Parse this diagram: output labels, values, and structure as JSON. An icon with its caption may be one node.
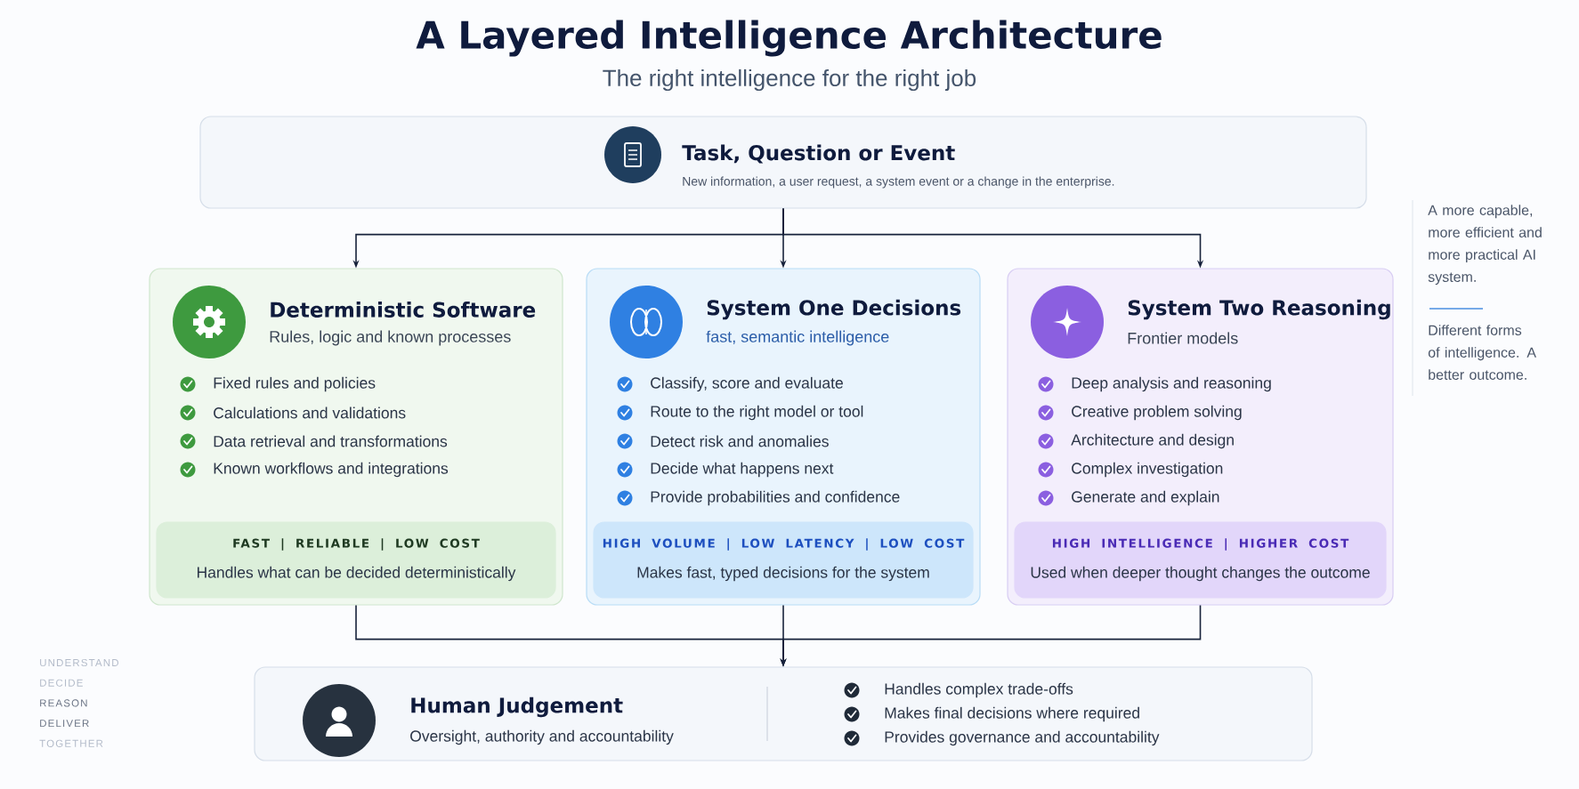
{
  "diagram": {
    "title": "A Layered Intelligence Architecture",
    "nodes": [
      {
        "text": [
          "Task, Question or Event",
          "New information, a user request, a system event or a change in the enterprise."
        ]
      },
      {
        "text": [
          "Deterministic Software",
          "Rules, logic and known processes",
          "Fixed rules and policies",
          "Calculations and validations",
          "Data retrieval and transformations",
          "Known workflows and integrations"
        ]
      },
      {
        "text": [
          "FAST | RELIABLE | LOW COST",
          "Handles what can be decided deterministically"
        ],
        "in": 1
      },
      {
        "text": [
          "System One Decisions",
          "fast, semantic intelligence",
          "Classify, score and evaluate",
          "Route to the right model or tool",
          "Detect risk and anomalies",
          "Decide what happens next",
          "Provide probabilities and confidence"
        ]
      },
      {
        "text": [
          "HIGH VOLUME | LOW LATENCY | LOW COST",
          "Makes fast, typed decisions for the system"
        ],
        "in": 3
      },
      {
        "text": [
          "System Two Reasoning",
          "Frontier models",
          "Deep analysis and reasoning",
          "Creative problem solving",
          "Architecture and design",
          "Complex investigation",
          "Generate and explain"
        ]
      },
      {
        "text": [
          "HIGH INTELLIGENCE | HIGHER COST",
          "Used when deeper thought changes the outcome"
        ],
        "in": 5
      },
      {
        "text": [
          "Human Judgement",
          "Oversight, authority and accountability",
          "Handles complex trade-offs",
          "Makes final decisions where required",
          "Provides governance and accountability"
        ]
      }
    ],
    "edges": [
      {
        "from": 0,
        "to": 1,
        "arrow": "to"
      },
      {
        "from": 0,
        "to": 3,
        "arrow": "to"
      },
      {
        "from": 0,
        "to": 5,
        "arrow": "to"
      },
      {
        "from": 1,
        "to": 7,
        "arrow": "to"
      },
      {
        "from": 3,
        "to": 7,
        "arrow": "to"
      },
      {
        "from": 5,
        "to": 7,
        "arrow": "to"
      }
    ],
    "labels": [
      "The right intelligence for the right job",
      "A more capable, more efficient and more practical AI system.",
      "Different forms of intelligence. A better outcome.",
      "UNDERSTAND",
      "DECIDE",
      "REASON",
      "DELIVER",
      "TOGETHER"
    ]
  }
}
